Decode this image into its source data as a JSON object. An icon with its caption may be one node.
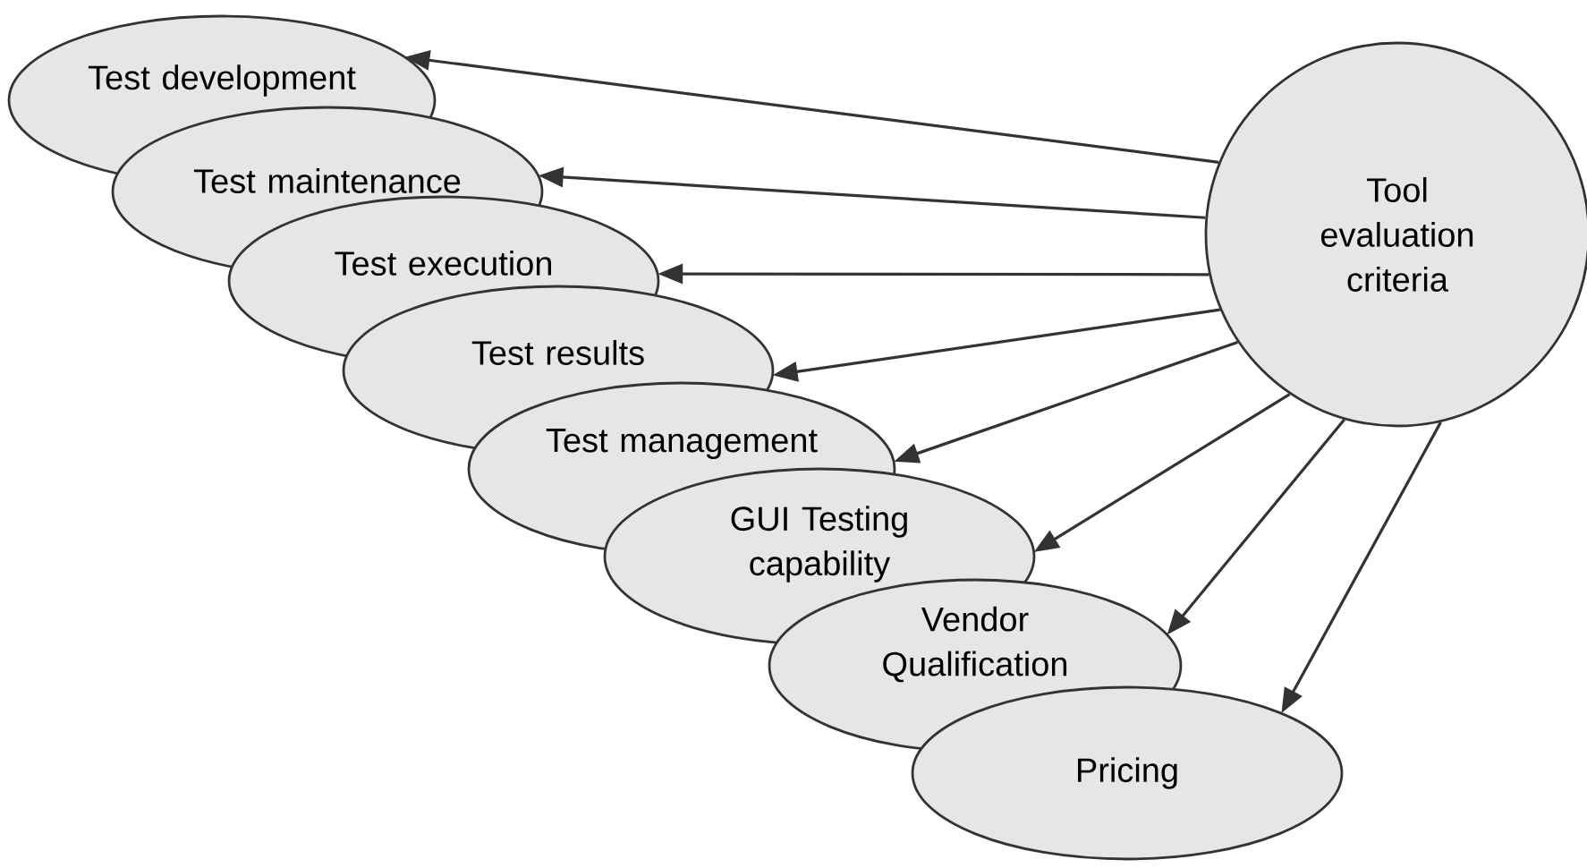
{
  "diagram": {
    "nodes": [
      {
        "text": [
          "Test development"
        ]
      },
      {
        "text": [
          "Test maintenance"
        ]
      },
      {
        "text": [
          "Test execution"
        ]
      },
      {
        "text": [
          "Test results"
        ]
      },
      {
        "text": [
          "Test management"
        ]
      },
      {
        "text": [
          "GUI Testing capability"
        ]
      },
      {
        "text": [
          "Vendor Qualification"
        ]
      },
      {
        "text": [
          "Pricing"
        ]
      },
      {
        "text": [
          "Tool evaluation criteria"
        ]
      }
    ],
    "edges": [
      {
        "from": 8,
        "to": 0,
        "arrow": "to"
      },
      {
        "from": 8,
        "to": 1,
        "arrow": "to"
      },
      {
        "from": 8,
        "to": 2,
        "arrow": "to"
      },
      {
        "from": 8,
        "to": 3,
        "arrow": "to"
      },
      {
        "from": 8,
        "to": 4,
        "arrow": "to"
      },
      {
        "from": 8,
        "to": 5,
        "arrow": "to"
      },
      {
        "from": 8,
        "to": 6,
        "arrow": "to"
      },
      {
        "from": 8,
        "to": 7,
        "arrow": "to"
      }
    ]
  }
}
